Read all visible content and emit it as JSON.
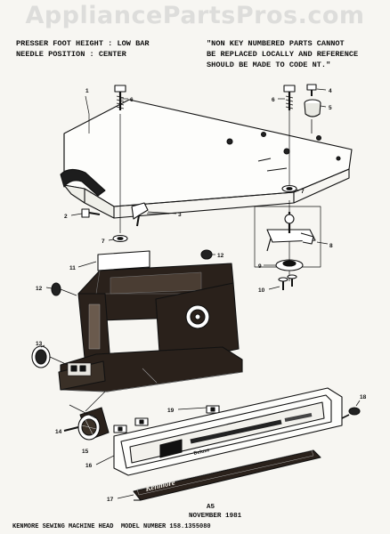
{
  "watermark": "AppliancePartsPros.com",
  "notes": {
    "left_line1": "PRESSER FOOT HEIGHT : LOW BAR",
    "left_line2": "NEEDLE POSITION : CENTER",
    "right_line1": "\"NON KEY NUMBERED PARTS CANNOT",
    "right_line2": "BE REPLACED LOCALLY AND REFERENCE",
    "right_line3": "SHOULD BE MADE TO CODE NT.\""
  },
  "callouts": [
    "1",
    "2",
    "3",
    "4",
    "5",
    "6",
    "6",
    "7",
    "7",
    "8",
    "9",
    "10",
    "11",
    "12",
    "12",
    "13",
    "14",
    "15",
    "16",
    "17",
    "18",
    "19"
  ],
  "nameplate": {
    "brand": "Kenmore",
    "model_badge": "Deluxe"
  },
  "page_code": "A5",
  "date": "NOVEMBER 1981",
  "footer_title": "KENMORE SEWING MACHINE HEAD  MODEL NUMBER 158.1355080",
  "colors": {
    "ink": "#111111",
    "machine_body": "#2a211b",
    "paper": "#f7f6f2",
    "watermark": "#c8c8c8"
  }
}
